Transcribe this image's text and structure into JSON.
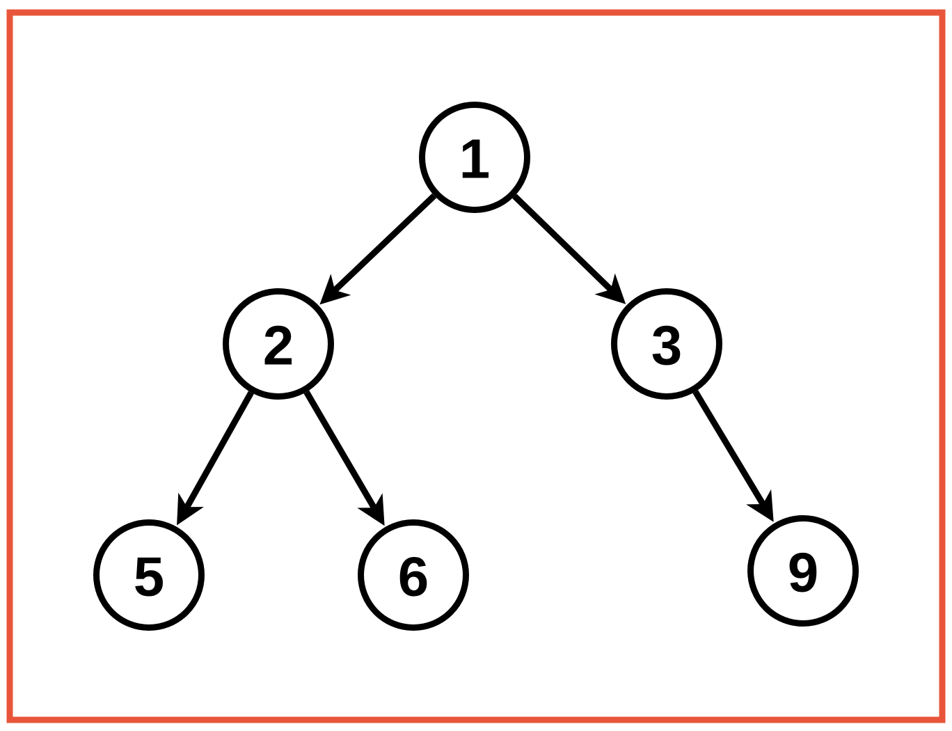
{
  "colors": {
    "frame": "#e8553a",
    "stroke": "#000000",
    "background": "#ffffff"
  },
  "tree": {
    "nodes": [
      {
        "id": "n1",
        "label": "1"
      },
      {
        "id": "n2",
        "label": "2"
      },
      {
        "id": "n3",
        "label": "3"
      },
      {
        "id": "n5",
        "label": "5"
      },
      {
        "id": "n6",
        "label": "6"
      },
      {
        "id": "n9",
        "label": "9"
      }
    ],
    "edges": [
      {
        "from": "n1",
        "to": "n2"
      },
      {
        "from": "n1",
        "to": "n3"
      },
      {
        "from": "n2",
        "to": "n5"
      },
      {
        "from": "n2",
        "to": "n6"
      },
      {
        "from": "n3",
        "to": "n9"
      }
    ]
  }
}
